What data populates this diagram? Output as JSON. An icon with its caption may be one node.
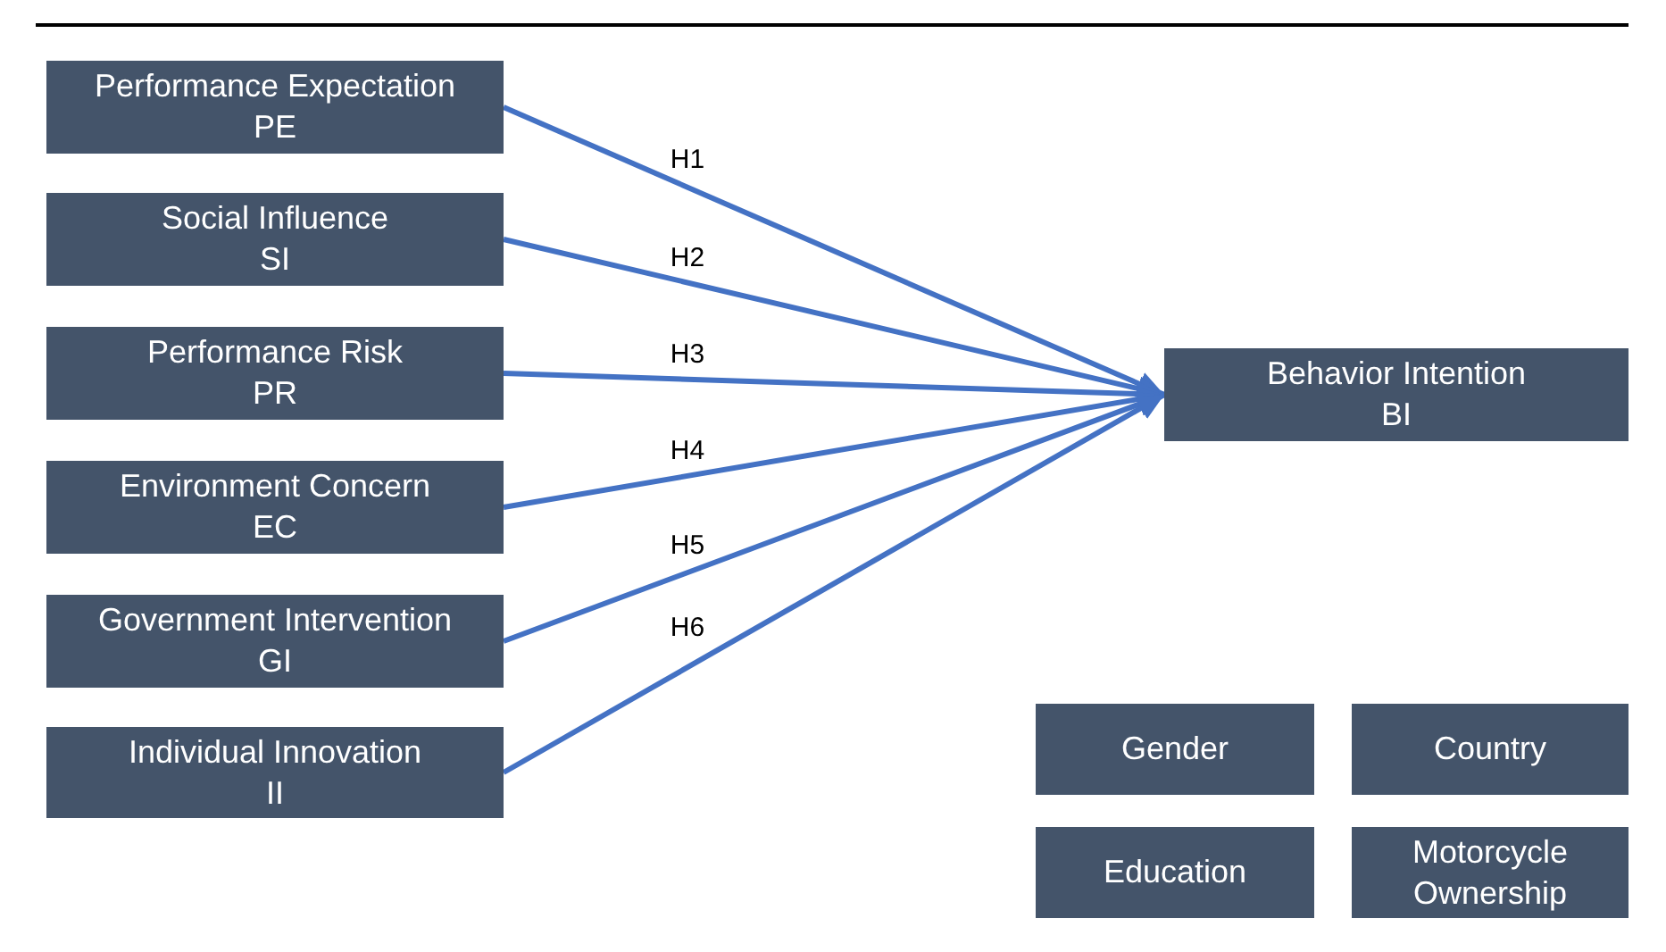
{
  "diagram": {
    "nodes": [
      {
        "text": [
          "Performance Expectation",
          "PE"
        ]
      },
      {
        "text": [
          "Social Influence",
          "SI"
        ]
      },
      {
        "text": [
          "Performance Risk",
          "PR"
        ]
      },
      {
        "text": [
          "Environment Concern",
          "EC"
        ]
      },
      {
        "text": [
          "Government Intervention",
          "GI"
        ]
      },
      {
        "text": [
          "Individual Innovation",
          "II"
        ]
      },
      {
        "text": [
          "Behavior Intention",
          "BI"
        ]
      },
      {
        "text": [
          "Gender"
        ]
      },
      {
        "text": [
          "Country"
        ]
      },
      {
        "text": [
          "Education"
        ]
      },
      {
        "text": [
          "Motorcycle Ownership"
        ]
      }
    ],
    "edges": [
      {
        "from": 0,
        "to": 6,
        "arrow": "to",
        "label": "H1"
      },
      {
        "from": 1,
        "to": 6,
        "arrow": "to",
        "label": "H2"
      },
      {
        "from": 2,
        "to": 6,
        "arrow": "to",
        "label": "H3"
      },
      {
        "from": 3,
        "to": 6,
        "arrow": "to",
        "label": "H4"
      },
      {
        "from": 4,
        "to": 6,
        "arrow": "to",
        "label": "H5"
      },
      {
        "from": 5,
        "to": 6,
        "arrow": "to",
        "label": "H6"
      }
    ]
  }
}
